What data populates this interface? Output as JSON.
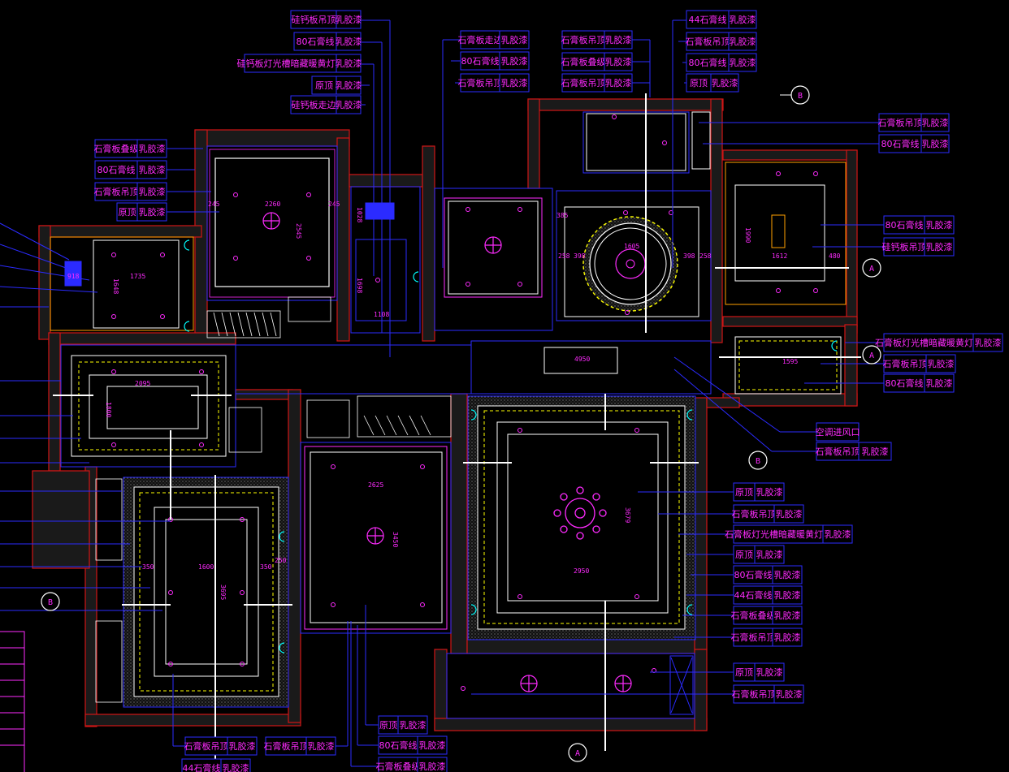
{
  "colors": {
    "background": "#000000",
    "wall": "#d01616",
    "ceiling_line": "#2b2bff",
    "text": "#ff2bff",
    "light_strip": "#ffff00",
    "section_line": "#ffffff",
    "hatch": "#b0b0b0",
    "cyan": "#00ffff",
    "orange": "#ffa000"
  },
  "labels": {
    "t01": [
      "硅钙板吊顶",
      "乳胶漆"
    ],
    "t02": [
      "80石膏线",
      "乳胶漆"
    ],
    "t03": [
      "硅钙板灯光槽暗藏暖黄灯带",
      "乳胶漆"
    ],
    "t04": [
      "原顶",
      "乳胶漆"
    ],
    "t05": [
      "硅钙板走边",
      "乳胶漆"
    ],
    "t06": [
      "石膏板走边",
      "乳胶漆"
    ],
    "t07": [
      "80石膏线",
      "乳胶漆"
    ],
    "t08": [
      "石膏板吊顶",
      "乳胶漆"
    ],
    "t09": [
      "石膏板吊顶",
      "乳胶漆"
    ],
    "t10": [
      "石膏板叠级",
      "乳胶漆"
    ],
    "t11": [
      "石膏板吊顶",
      "乳胶漆"
    ],
    "t12": [
      "44石膏线",
      "乳胶漆"
    ],
    "t13": [
      "石膏板吊顶",
      "乳胶漆"
    ],
    "t14": [
      "80石膏线",
      "乳胶漆"
    ],
    "t15": [
      "原顶",
      "乳胶漆"
    ],
    "t16": [
      "石膏板吊顶",
      "乳胶漆"
    ],
    "t17": [
      "80石膏线",
      "乳胶漆"
    ],
    "t18": [
      "80石膏线",
      "乳胶漆"
    ],
    "t19": [
      "硅钙板吊顶",
      "乳胶漆"
    ],
    "t20": [
      "石膏板灯光槽暗藏暖黄灯带",
      "乳胶漆"
    ],
    "t21": [
      "石膏板吊顶",
      "乳胶漆"
    ],
    "t22": [
      "80石膏线",
      "乳胶漆"
    ],
    "t23": [
      "空调进风口"
    ],
    "t24": [
      "石膏板吊顶",
      "乳胶漆"
    ],
    "t25": [
      "石膏板叠级",
      "乳胶漆"
    ],
    "t26": [
      "80石膏线",
      "乳胶漆"
    ],
    "t27": [
      "石膏板吊顶",
      "乳胶漆"
    ],
    "t28": [
      "原顶",
      "乳胶漆"
    ],
    "t29": [
      "原顶",
      "乳胶漆"
    ],
    "t30": [
      "石膏板吊顶",
      "乳胶漆"
    ],
    "t31": [
      "石膏板灯光槽暗藏暖黄灯带",
      "乳胶漆"
    ],
    "t32": [
      "原顶",
      "乳胶漆"
    ],
    "t33": [
      "80石膏线",
      "乳胶漆"
    ],
    "t34": [
      "44石膏线",
      "乳胶漆"
    ],
    "t35": [
      "石膏板叠级",
      "乳胶漆"
    ],
    "t36": [
      "石膏板吊顶",
      "乳胶漆"
    ],
    "t37": [
      "原顶",
      "乳胶漆"
    ],
    "t38": [
      "石膏板吊顶",
      "乳胶漆"
    ],
    "t39": [
      "原顶",
      "乳胶漆"
    ],
    "t40": [
      "80石膏线",
      "乳胶漆"
    ],
    "t41": [
      "石膏板叠级",
      "乳胶漆"
    ],
    "t42": [
      "石膏板吊顶",
      "乳胶漆"
    ],
    "t43": [
      "石膏板吊顶",
      "乳胶漆"
    ],
    "t44": [
      "44石膏线",
      "乳胶漆"
    ]
  },
  "dimensions": {
    "d_2260": "2260",
    "d_2545": "2545",
    "d_245a": "245",
    "d_245b": "245",
    "d_1735": "1735",
    "d_1648": "1648",
    "d_918": "918",
    "d_1028": "1028",
    "d_1698": "1698",
    "d_1108": "1108",
    "d_1605": "1605",
    "d_385": "385",
    "d_398a": "398",
    "d_398b": "398",
    "d_258a": "258",
    "d_258b": "258",
    "d_1990": "1990",
    "d_1612": "1612",
    "d_480": "480",
    "d_4950": "4950",
    "d_1595": "1595",
    "d_2095": "2095",
    "d_1800": "1800",
    "d_1600": "1600",
    "d_3695": "3695",
    "d_350a": "350",
    "d_350b": "350",
    "d_2625": "2625",
    "d_3450": "3450",
    "d_2950": "2950",
    "d_3679": "3679",
    "d_250": "250"
  },
  "section_markers": {
    "m1": "B",
    "m2": "A",
    "m3": "A",
    "m4": "B",
    "m5": "B",
    "m6": "A"
  }
}
